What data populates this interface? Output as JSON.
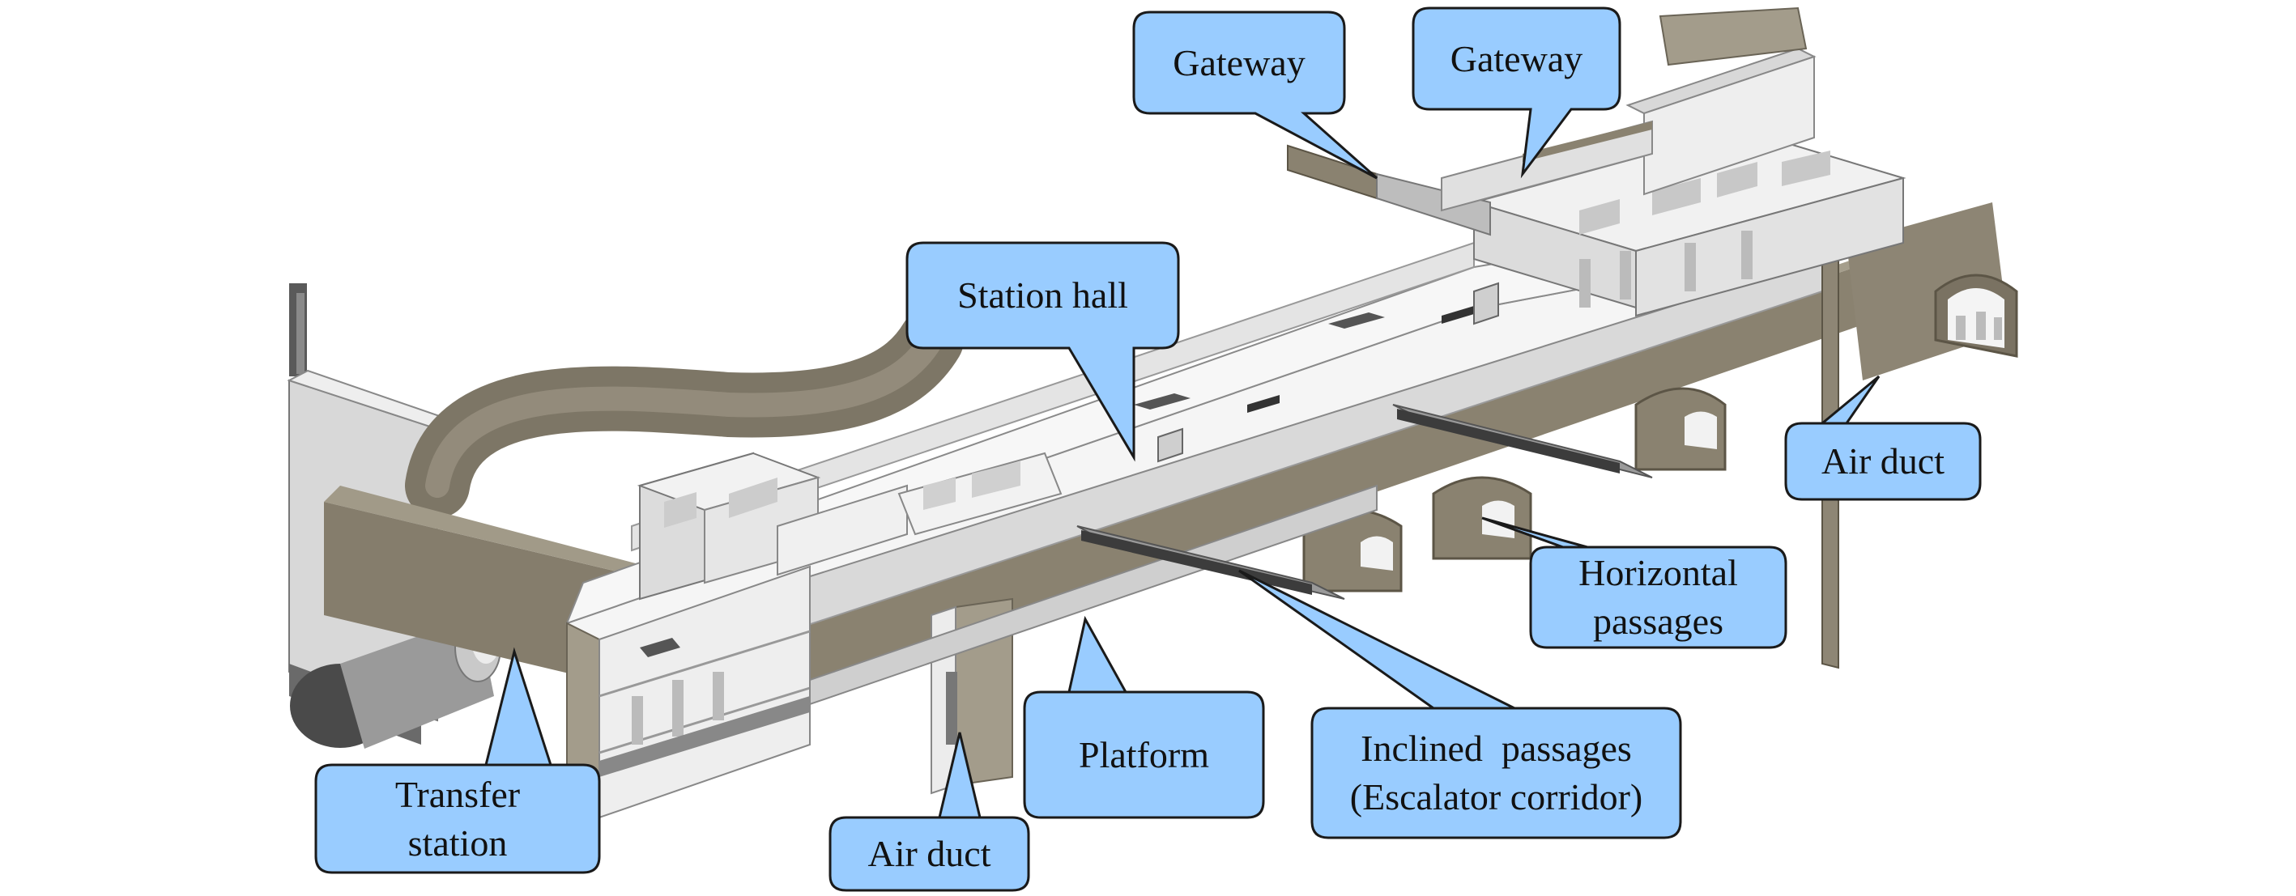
{
  "labels": {
    "gateway_left": "Gateway",
    "gateway_right": "Gateway",
    "station_hall": "Station hall",
    "air_duct_right": "Air duct",
    "horizontal_passages_1": "Horizontal",
    "horizontal_passages_2": "passages",
    "platform": "Platform",
    "inclined_passages_1": "Inclined  passages",
    "inclined_passages_2": "(Escalator corridor)",
    "air_duct_bottom": "Air duct",
    "transfer_station_1": "Transfer",
    "transfer_station_2": "station"
  },
  "colors": {
    "callout_fill": "#99CCFF",
    "callout_stroke": "#1A1A1A",
    "concrete_wall": "#8B8372",
    "concrete_wall_dark": "#6E6656",
    "slab_light": "#F3F3F3",
    "slab_shadow": "#CFCFCF",
    "partition": "#E6E6E6"
  }
}
